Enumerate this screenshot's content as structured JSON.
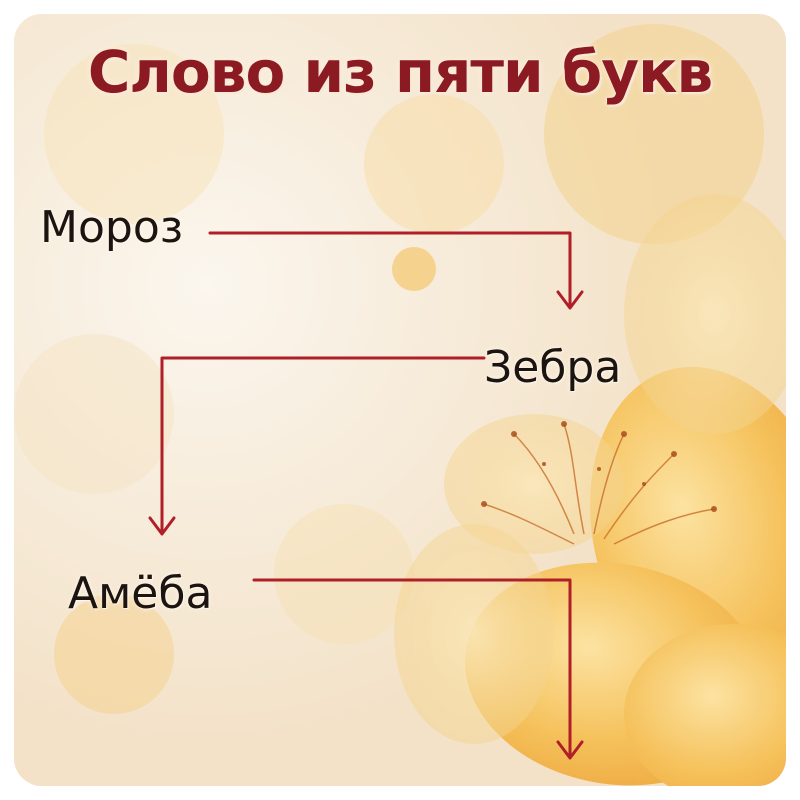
{
  "title": "Слово из пяти букв",
  "words": [
    "Мороз",
    "Зебра",
    "Амёба"
  ],
  "colors": {
    "title": "#8b1a22",
    "arrow": "#b01e28",
    "text": "#1c1410",
    "background": "#f5ecdf",
    "flower": "#f4b73a"
  }
}
